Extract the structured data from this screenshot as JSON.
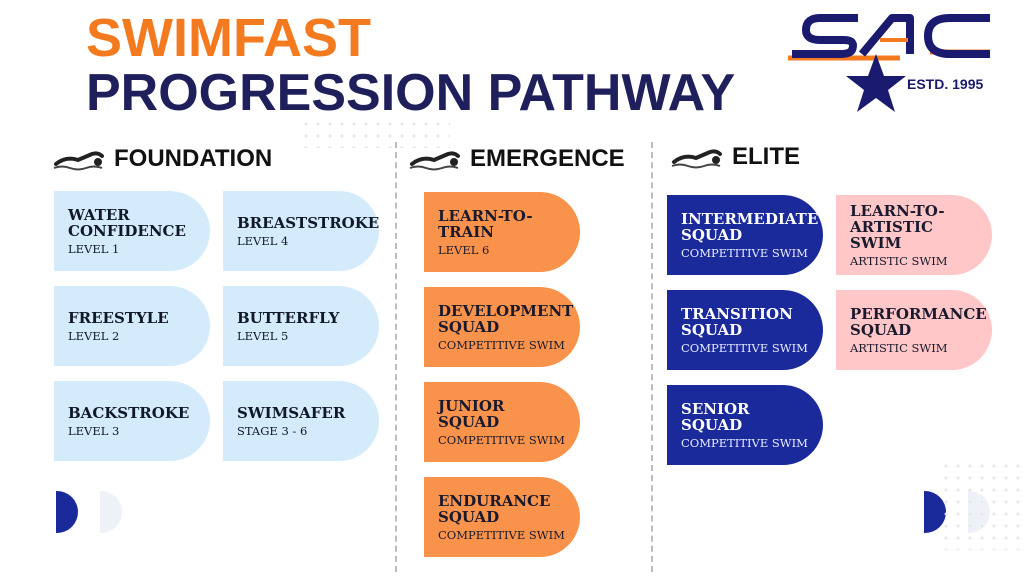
{
  "header": {
    "title_line1": "SWIMFAST",
    "title_line2": "PROGRESSION PATHWAY",
    "logo_text": "SAC",
    "established": "ESTD. 1995"
  },
  "columns": [
    {
      "heading": "FOUNDATION",
      "cards": [
        {
          "name": "WATER CONFIDENCE",
          "sub": "LEVEL 1"
        },
        {
          "name": "BREASTSTROKE",
          "sub": "LEVEL 4"
        },
        {
          "name": "FREESTYLE",
          "sub": "LEVEL 2"
        },
        {
          "name": "BUTTERFLY",
          "sub": "LEVEL 5"
        },
        {
          "name": "BACKSTROKE",
          "sub": "LEVEL 3"
        },
        {
          "name": "SWIMSAFER",
          "sub": "STAGE 3 - 6"
        }
      ]
    },
    {
      "heading": "EMERGENCE",
      "cards": [
        {
          "name": "LEARN-TO-TRAIN",
          "sub": "LEVEL 6"
        },
        {
          "name": "DEVELOPMENT SQUAD",
          "sub": "COMPETITIVE SWIM"
        },
        {
          "name": "JUNIOR SQUAD",
          "sub": "COMPETITIVE SWIM"
        },
        {
          "name": "ENDURANCE SQUAD",
          "sub": "COMPETITIVE SWIM"
        }
      ]
    },
    {
      "heading": "ELITE",
      "cards": [
        {
          "name": "INTERMEDIATE SQUAD",
          "sub": "COMPETITIVE SWIM"
        },
        {
          "name": "LEARN-TO-ARTISTIC SWIM",
          "sub": "ARTISTIC SWIM"
        },
        {
          "name": "TRANSITION SQUAD",
          "sub": "COMPETITIVE SWIM"
        },
        {
          "name": "PERFORMANCE SQUAD",
          "sub": "ARTISTIC SWIM"
        },
        {
          "name": "SENIOR SQUAD",
          "sub": "COMPETITIVE SWIM"
        }
      ]
    }
  ],
  "colors": {
    "title_orange": "#f47a20",
    "title_navy": "#1f1f5c",
    "foundation": "#d4ebfc",
    "emergence": "#f9924a",
    "elite_competitive": "#1b2a9a",
    "elite_artistic": "#ffc7c7"
  }
}
